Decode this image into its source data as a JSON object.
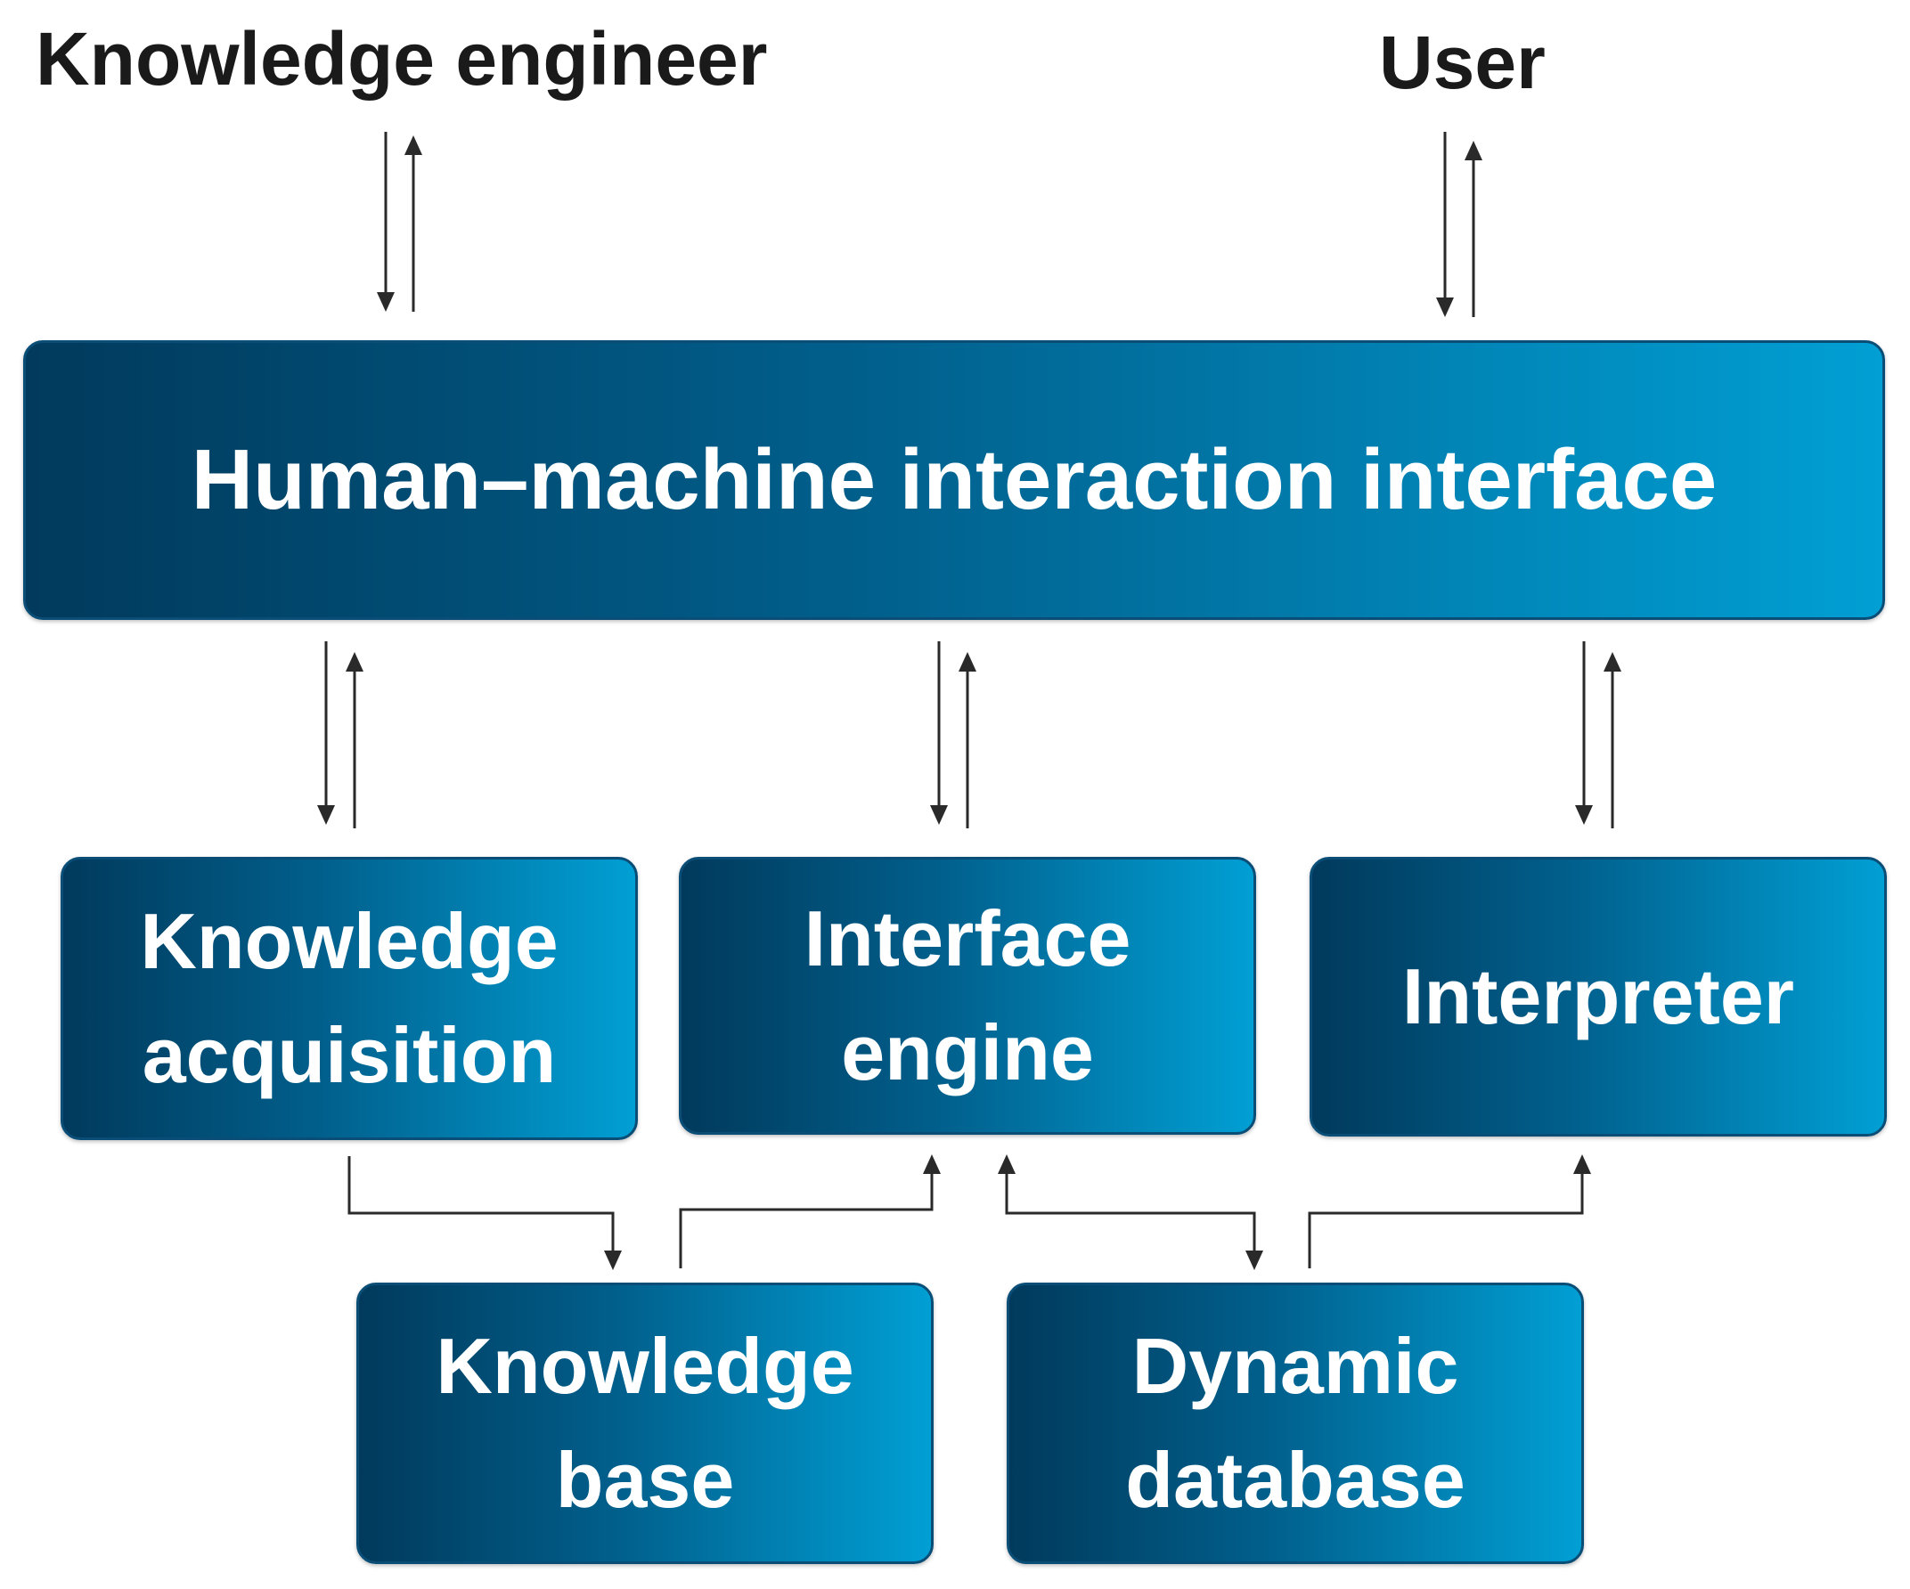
{
  "actors": {
    "engineer": "Knowledge engineer",
    "user": "User"
  },
  "boxes": {
    "hmi": "Human–machine interaction interface",
    "acquisition": "Knowledge\nacquisition",
    "engine": "Interface\nengine",
    "interpreter": "Interpreter",
    "knowledge_base": "Knowledge\nbase",
    "dynamic_database": "Dynamic\ndatabase"
  },
  "colors": {
    "box_dark": "#013a5c",
    "box_light": "#019fd4",
    "arrow": "#2a2a2a",
    "label_text": "#1a1a1a"
  }
}
